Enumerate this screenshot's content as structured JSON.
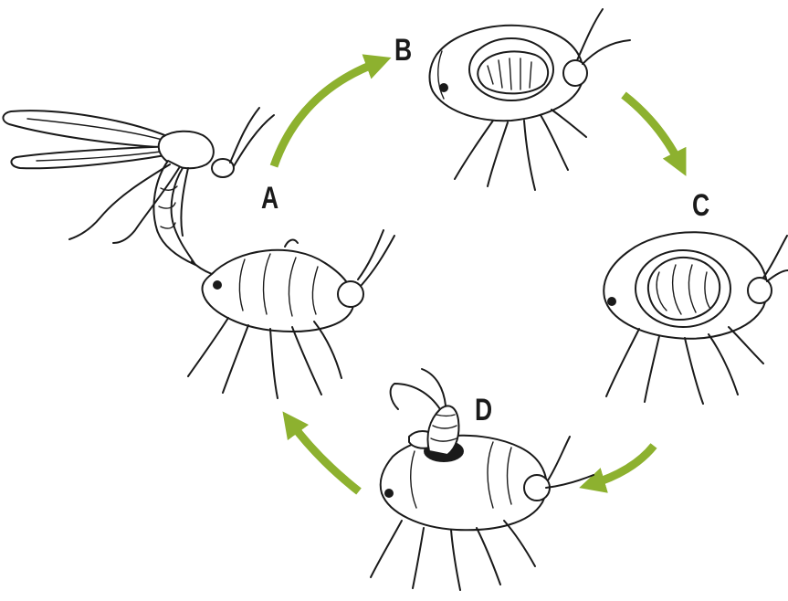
{
  "labels": {
    "a": "A",
    "b": "B",
    "c": "C",
    "d": "D"
  },
  "colors": {
    "arrow": "#8db12f",
    "ink": "#1a1a1a",
    "background": "#ffffff"
  },
  "icons": {
    "stage_a": "wasp-ovipositing-into-aphid-drawing",
    "stage_b": "aphid-with-larva-inside-drawing",
    "stage_c": "aphid-mummy-with-pupa-drawing",
    "stage_d": "adult-wasp-emerging-from-aphid-drawing",
    "arrow": "curved-arrow-icon"
  }
}
